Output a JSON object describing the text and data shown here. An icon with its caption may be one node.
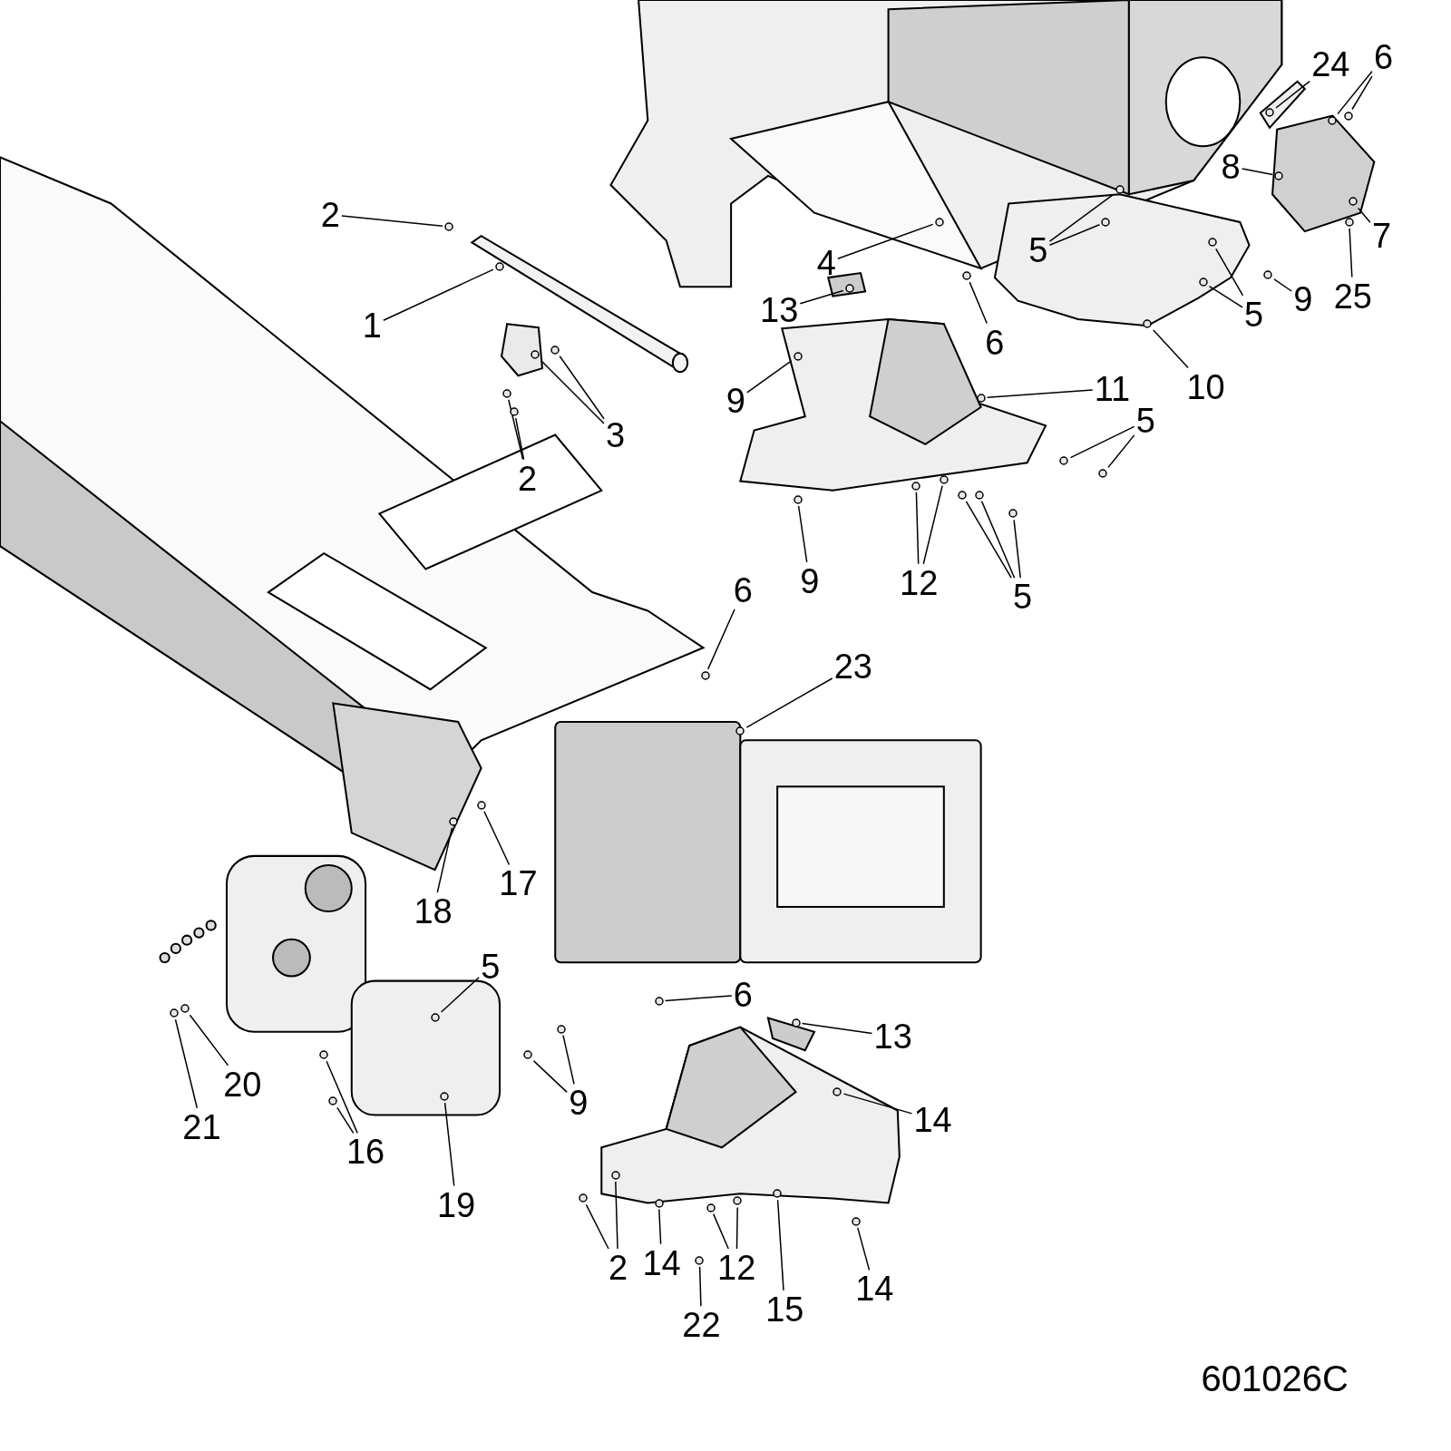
{
  "diagram": {
    "nodes": [
      {
        "text": [
          "2"
        ]
      },
      {
        "text": [
          "1"
        ]
      },
      {
        "text": [
          "3"
        ]
      },
      {
        "text": [
          "2"
        ]
      },
      {
        "text": [
          "4"
        ]
      },
      {
        "text": [
          "13"
        ]
      },
      {
        "text": [
          "6"
        ]
      },
      {
        "text": [
          "5"
        ]
      },
      {
        "text": [
          "24"
        ]
      },
      {
        "text": [
          "6"
        ]
      },
      {
        "text": [
          "8"
        ]
      },
      {
        "text": [
          "7"
        ]
      },
      {
        "text": [
          "25"
        ]
      },
      {
        "text": [
          "9"
        ]
      },
      {
        "text": [
          "5"
        ]
      },
      {
        "text": [
          "10"
        ]
      },
      {
        "text": [
          "9"
        ]
      },
      {
        "text": [
          "11"
        ]
      },
      {
        "text": [
          "5"
        ]
      },
      {
        "text": [
          "9"
        ]
      },
      {
        "text": [
          "12"
        ]
      },
      {
        "text": [
          "5"
        ]
      },
      {
        "text": [
          "6"
        ]
      },
      {
        "text": [
          "23"
        ]
      },
      {
        "text": [
          "18"
        ]
      },
      {
        "text": [
          "17"
        ]
      },
      {
        "text": [
          "5"
        ]
      },
      {
        "text": [
          "6"
        ]
      },
      {
        "text": [
          "13"
        ]
      },
      {
        "text": [
          "20"
        ]
      },
      {
        "text": [
          "21"
        ]
      },
      {
        "text": [
          "16"
        ]
      },
      {
        "text": [
          "19"
        ]
      },
      {
        "text": [
          "9"
        ]
      },
      {
        "text": [
          "14"
        ]
      },
      {
        "text": [
          "2"
        ]
      },
      {
        "text": [
          "14"
        ]
      },
      {
        "text": [
          "12"
        ]
      },
      {
        "text": [
          "22"
        ]
      },
      {
        "text": [
          "15"
        ]
      },
      {
        "text": [
          "14"
        ]
      },
      {
        "text": [],
        "shape": "circle"
      },
      {
        "text": [],
        "shape": "circle"
      },
      {
        "text": [],
        "shape": "circle"
      },
      {
        "text": [],
        "shape": "circle"
      },
      {
        "text": [],
        "shape": "circle"
      },
      {
        "text": [],
        "shape": "circle"
      },
      {
        "text": [],
        "shape": "circle"
      },
      {
        "text": [],
        "shape": "circle"
      },
      {
        "text": [],
        "shape": "circle"
      },
      {
        "text": [],
        "shape": "circle"
      },
      {
        "text": [],
        "shape": "circle"
      },
      {
        "text": [],
        "shape": "circle"
      },
      {
        "text": [],
        "shape": "circle"
      },
      {
        "text": [],
        "shape": "circle"
      },
      {
        "text": [],
        "shape": "circle"
      },
      {
        "text": [],
        "shape": "circle"
      },
      {
        "text": [],
        "shape": "circle"
      },
      {
        "text": [],
        "shape": "circle"
      },
      {
        "text": [],
        "shape": "circle"
      },
      {
        "text": [],
        "shape": "circle"
      },
      {
        "text": [],
        "shape": "circle"
      },
      {
        "text": [],
        "shape": "circle"
      },
      {
        "text": [],
        "shape": "circle"
      },
      {
        "text": [],
        "shape": "circle"
      },
      {
        "text": [],
        "shape": "circle"
      },
      {
        "text": [],
        "shape": "circle"
      },
      {
        "text": [],
        "shape": "circle"
      },
      {
        "text": [],
        "shape": "circle"
      },
      {
        "text": [],
        "shape": "circle"
      },
      {
        "text": [],
        "shape": "circle"
      },
      {
        "text": [],
        "shape": "circle"
      },
      {
        "text": [],
        "shape": "circle"
      },
      {
        "text": [],
        "shape": "circle"
      },
      {
        "text": [],
        "shape": "circle"
      },
      {
        "text": [],
        "shape": "circle"
      },
      {
        "text": [],
        "shape": "circle"
      },
      {
        "text": [],
        "shape": "circle"
      },
      {
        "text": [],
        "shape": "circle"
      },
      {
        "text": [],
        "shape": "circle"
      },
      {
        "text": [],
        "shape": "circle"
      },
      {
        "text": [],
        "shape": "circle"
      },
      {
        "text": [],
        "shape": "circle"
      },
      {
        "text": [],
        "shape": "circle"
      },
      {
        "text": [],
        "shape": "circle"
      },
      {
        "text": [],
        "shape": "circle"
      },
      {
        "text": [],
        "shape": "circle"
      },
      {
        "text": [],
        "shape": "circle"
      },
      {
        "text": [],
        "shape": "circle"
      },
      {
        "text": [],
        "shape": "circle"
      },
      {
        "text": [],
        "shape": "circle"
      },
      {
        "text": [],
        "shape": "circle"
      },
      {
        "text": [],
        "shape": "circle"
      },
      {
        "text": [],
        "shape": "circle"
      },
      {
        "text": [],
        "shape": "circle"
      }
    ],
    "edges": [
      {
        "from": 0,
        "to": 41,
        "arrow": "none"
      },
      {
        "from": 1,
        "to": 42,
        "arrow": "none"
      },
      {
        "from": 2,
        "to": 43,
        "arrow": "none"
      },
      {
        "from": 2,
        "to": 44,
        "arrow": "none"
      },
      {
        "from": 3,
        "to": 45,
        "arrow": "none"
      },
      {
        "from": 3,
        "to": 46,
        "arrow": "none"
      },
      {
        "from": 4,
        "to": 47,
        "arrow": "none"
      },
      {
        "from": 5,
        "to": 48,
        "arrow": "none"
      },
      {
        "from": 6,
        "to": 49,
        "arrow": "none"
      },
      {
        "from": 7,
        "to": 50,
        "arrow": "none"
      },
      {
        "from": 7,
        "to": 51,
        "arrow": "none"
      },
      {
        "from": 8,
        "to": 52,
        "arrow": "none"
      },
      {
        "from": 9,
        "to": 53,
        "arrow": "none"
      },
      {
        "from": 9,
        "to": 54,
        "arrow": "none"
      },
      {
        "from": 10,
        "to": 55,
        "arrow": "none"
      },
      {
        "from": 11,
        "to": 56,
        "arrow": "none"
      },
      {
        "from": 12,
        "to": 57,
        "arrow": "none"
      },
      {
        "from": 13,
        "to": 58,
        "arrow": "none"
      },
      {
        "from": 14,
        "to": 59,
        "arrow": "none"
      },
      {
        "from": 14,
        "to": 60,
        "arrow": "none"
      },
      {
        "from": 15,
        "to": 61,
        "arrow": "none"
      },
      {
        "from": 16,
        "to": 62,
        "arrow": "none"
      },
      {
        "from": 17,
        "to": 63,
        "arrow": "none"
      },
      {
        "from": 18,
        "to": 64,
        "arrow": "none"
      },
      {
        "from": 18,
        "to": 65,
        "arrow": "none"
      },
      {
        "from": 19,
        "to": 66,
        "arrow": "none"
      },
      {
        "from": 20,
        "to": 67,
        "arrow": "none"
      },
      {
        "from": 20,
        "to": 68,
        "arrow": "none"
      },
      {
        "from": 21,
        "to": 69,
        "arrow": "none"
      },
      {
        "from": 21,
        "to": 70,
        "arrow": "none"
      },
      {
        "from": 21,
        "to": 71,
        "arrow": "none"
      },
      {
        "from": 22,
        "to": 72,
        "arrow": "none"
      },
      {
        "from": 23,
        "to": 73,
        "arrow": "none"
      },
      {
        "from": 24,
        "to": 74,
        "arrow": "none"
      },
      {
        "from": 25,
        "to": 75,
        "arrow": "none"
      },
      {
        "from": 26,
        "to": 76,
        "arrow": "none"
      },
      {
        "from": 27,
        "to": 77,
        "arrow": "none"
      },
      {
        "from": 28,
        "to": 78,
        "arrow": "none"
      },
      {
        "from": 29,
        "to": 79,
        "arrow": "none"
      },
      {
        "from": 30,
        "to": 80,
        "arrow": "none"
      },
      {
        "from": 31,
        "to": 81,
        "arrow": "none"
      },
      {
        "from": 31,
        "to": 82,
        "arrow": "none"
      },
      {
        "from": 32,
        "to": 83,
        "arrow": "none"
      },
      {
        "from": 33,
        "to": 84,
        "arrow": "none"
      },
      {
        "from": 33,
        "to": 85,
        "arrow": "none"
      },
      {
        "from": 34,
        "to": 86,
        "arrow": "none"
      },
      {
        "from": 35,
        "to": 87,
        "arrow": "none"
      },
      {
        "from": 35,
        "to": 88,
        "arrow": "none"
      },
      {
        "from": 36,
        "to": 89,
        "arrow": "none"
      },
      {
        "from": 37,
        "to": 90,
        "arrow": "none"
      },
      {
        "from": 37,
        "to": 91,
        "arrow": "none"
      },
      {
        "from": 38,
        "to": 92,
        "arrow": "none"
      },
      {
        "from": 39,
        "to": 93,
        "arrow": "none"
      },
      {
        "from": 40,
        "to": 94,
        "arrow": "none"
      }
    ],
    "labels": [
      "601026C"
    ]
  }
}
